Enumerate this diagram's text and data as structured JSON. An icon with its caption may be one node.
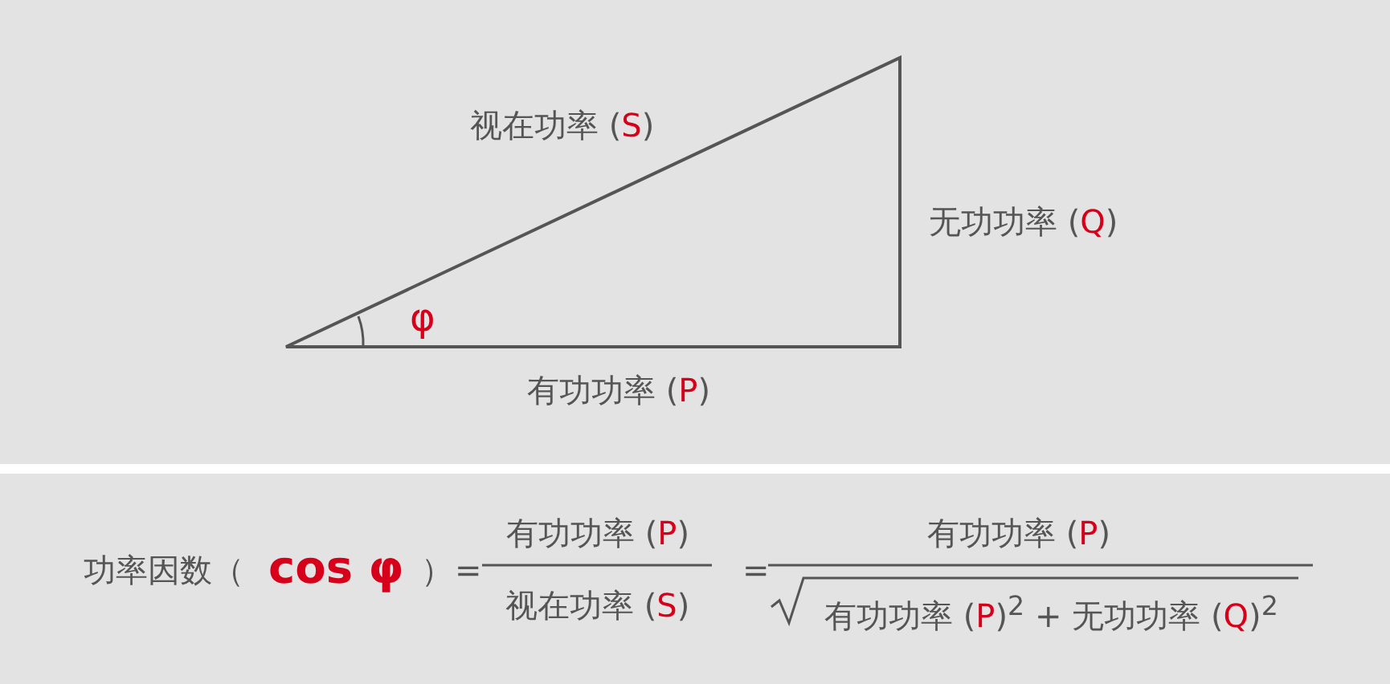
{
  "diagram": {
    "labels": [
      "视在功率 (S)",
      "无功功率 (Q)",
      "φ",
      "有功功率 (P)",
      "功率因数（",
      "cos φ",
      "）",
      "=",
      "有功功率 (P)",
      "视在功率 (S)",
      "=",
      "有功功率 (P)",
      "有功功率 (P)$^{2}$ + 无功功率 (Q)$^{2}$"
    ]
  }
}
